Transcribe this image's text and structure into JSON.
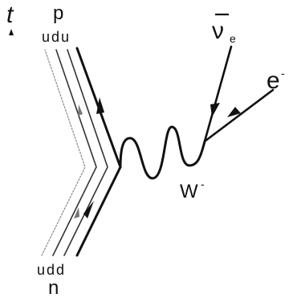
{
  "time_axis": {
    "label": "t"
  },
  "proton": {
    "symbol": "p",
    "quarks": "udu"
  },
  "neutron": {
    "symbol": "n",
    "quarks": "udd"
  },
  "antineutrino": {
    "symbol": "ν",
    "subscript": "e"
  },
  "electron": {
    "symbol": "e",
    "charge": "-"
  },
  "boson": {
    "symbol": "W",
    "charge": "-"
  }
}
